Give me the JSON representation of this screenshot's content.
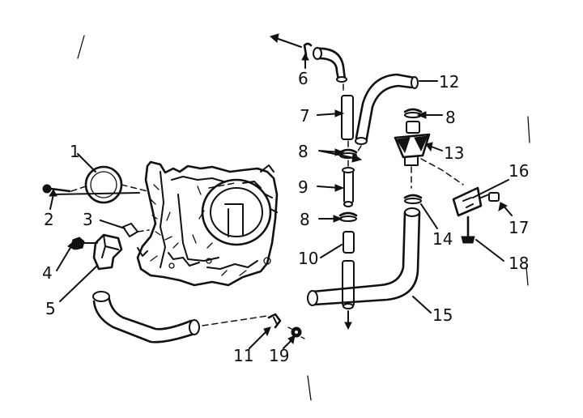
{
  "diagram": {
    "callouts": [
      "1",
      "2",
      "3",
      "4",
      "5",
      "6",
      "7",
      "8",
      "8",
      "8",
      "9",
      "10",
      "11",
      "12",
      "13",
      "14",
      "15",
      "16",
      "17",
      "18",
      "19"
    ]
  }
}
